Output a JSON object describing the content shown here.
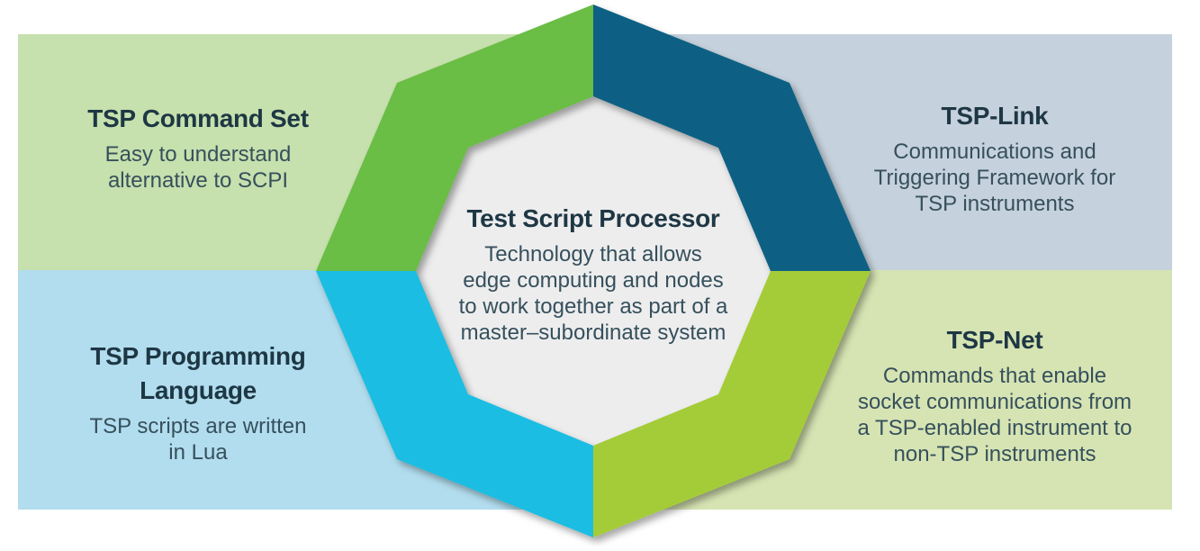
{
  "diagram_title": "Test Script Processor",
  "center": {
    "title": "Test Script Processor",
    "description": "Technology that allows\nedge computing and nodes\nto work together as part of a\nmaster–subordinate system"
  },
  "quadrants": [
    {
      "id": "top-left",
      "title": "TSP Command Set",
      "description": "Easy to understand\nalternative to SCPI"
    },
    {
      "id": "top-right",
      "title": "TSP-Link",
      "description": "Communications and\nTriggering Framework for\nTSP instruments"
    },
    {
      "id": "bottom-left",
      "title": "TSP Programming\nLanguage",
      "description": "TSP scripts are written\nin Lua"
    },
    {
      "id": "bottom-right",
      "title": "TSP-Net",
      "description": "Commands that enable\nsocket communications from\na TSP-enabled instrument to\nnon-TSP instruments"
    }
  ],
  "colors": {
    "ring_green": "#6abd45",
    "ring_teal": "#0c6183",
    "ring_cyan": "#1bbde2",
    "ring_lime": "#a4cc39",
    "panel_top_left": "#c6e0ae",
    "panel_top_right": "#c5d1dc",
    "panel_bottom_left": "#b2ddee",
    "panel_bottom_right": "#d6e4b3",
    "center_octagon": "#ededee",
    "heading_text": "#1e3744",
    "body_text": "#36505c"
  }
}
